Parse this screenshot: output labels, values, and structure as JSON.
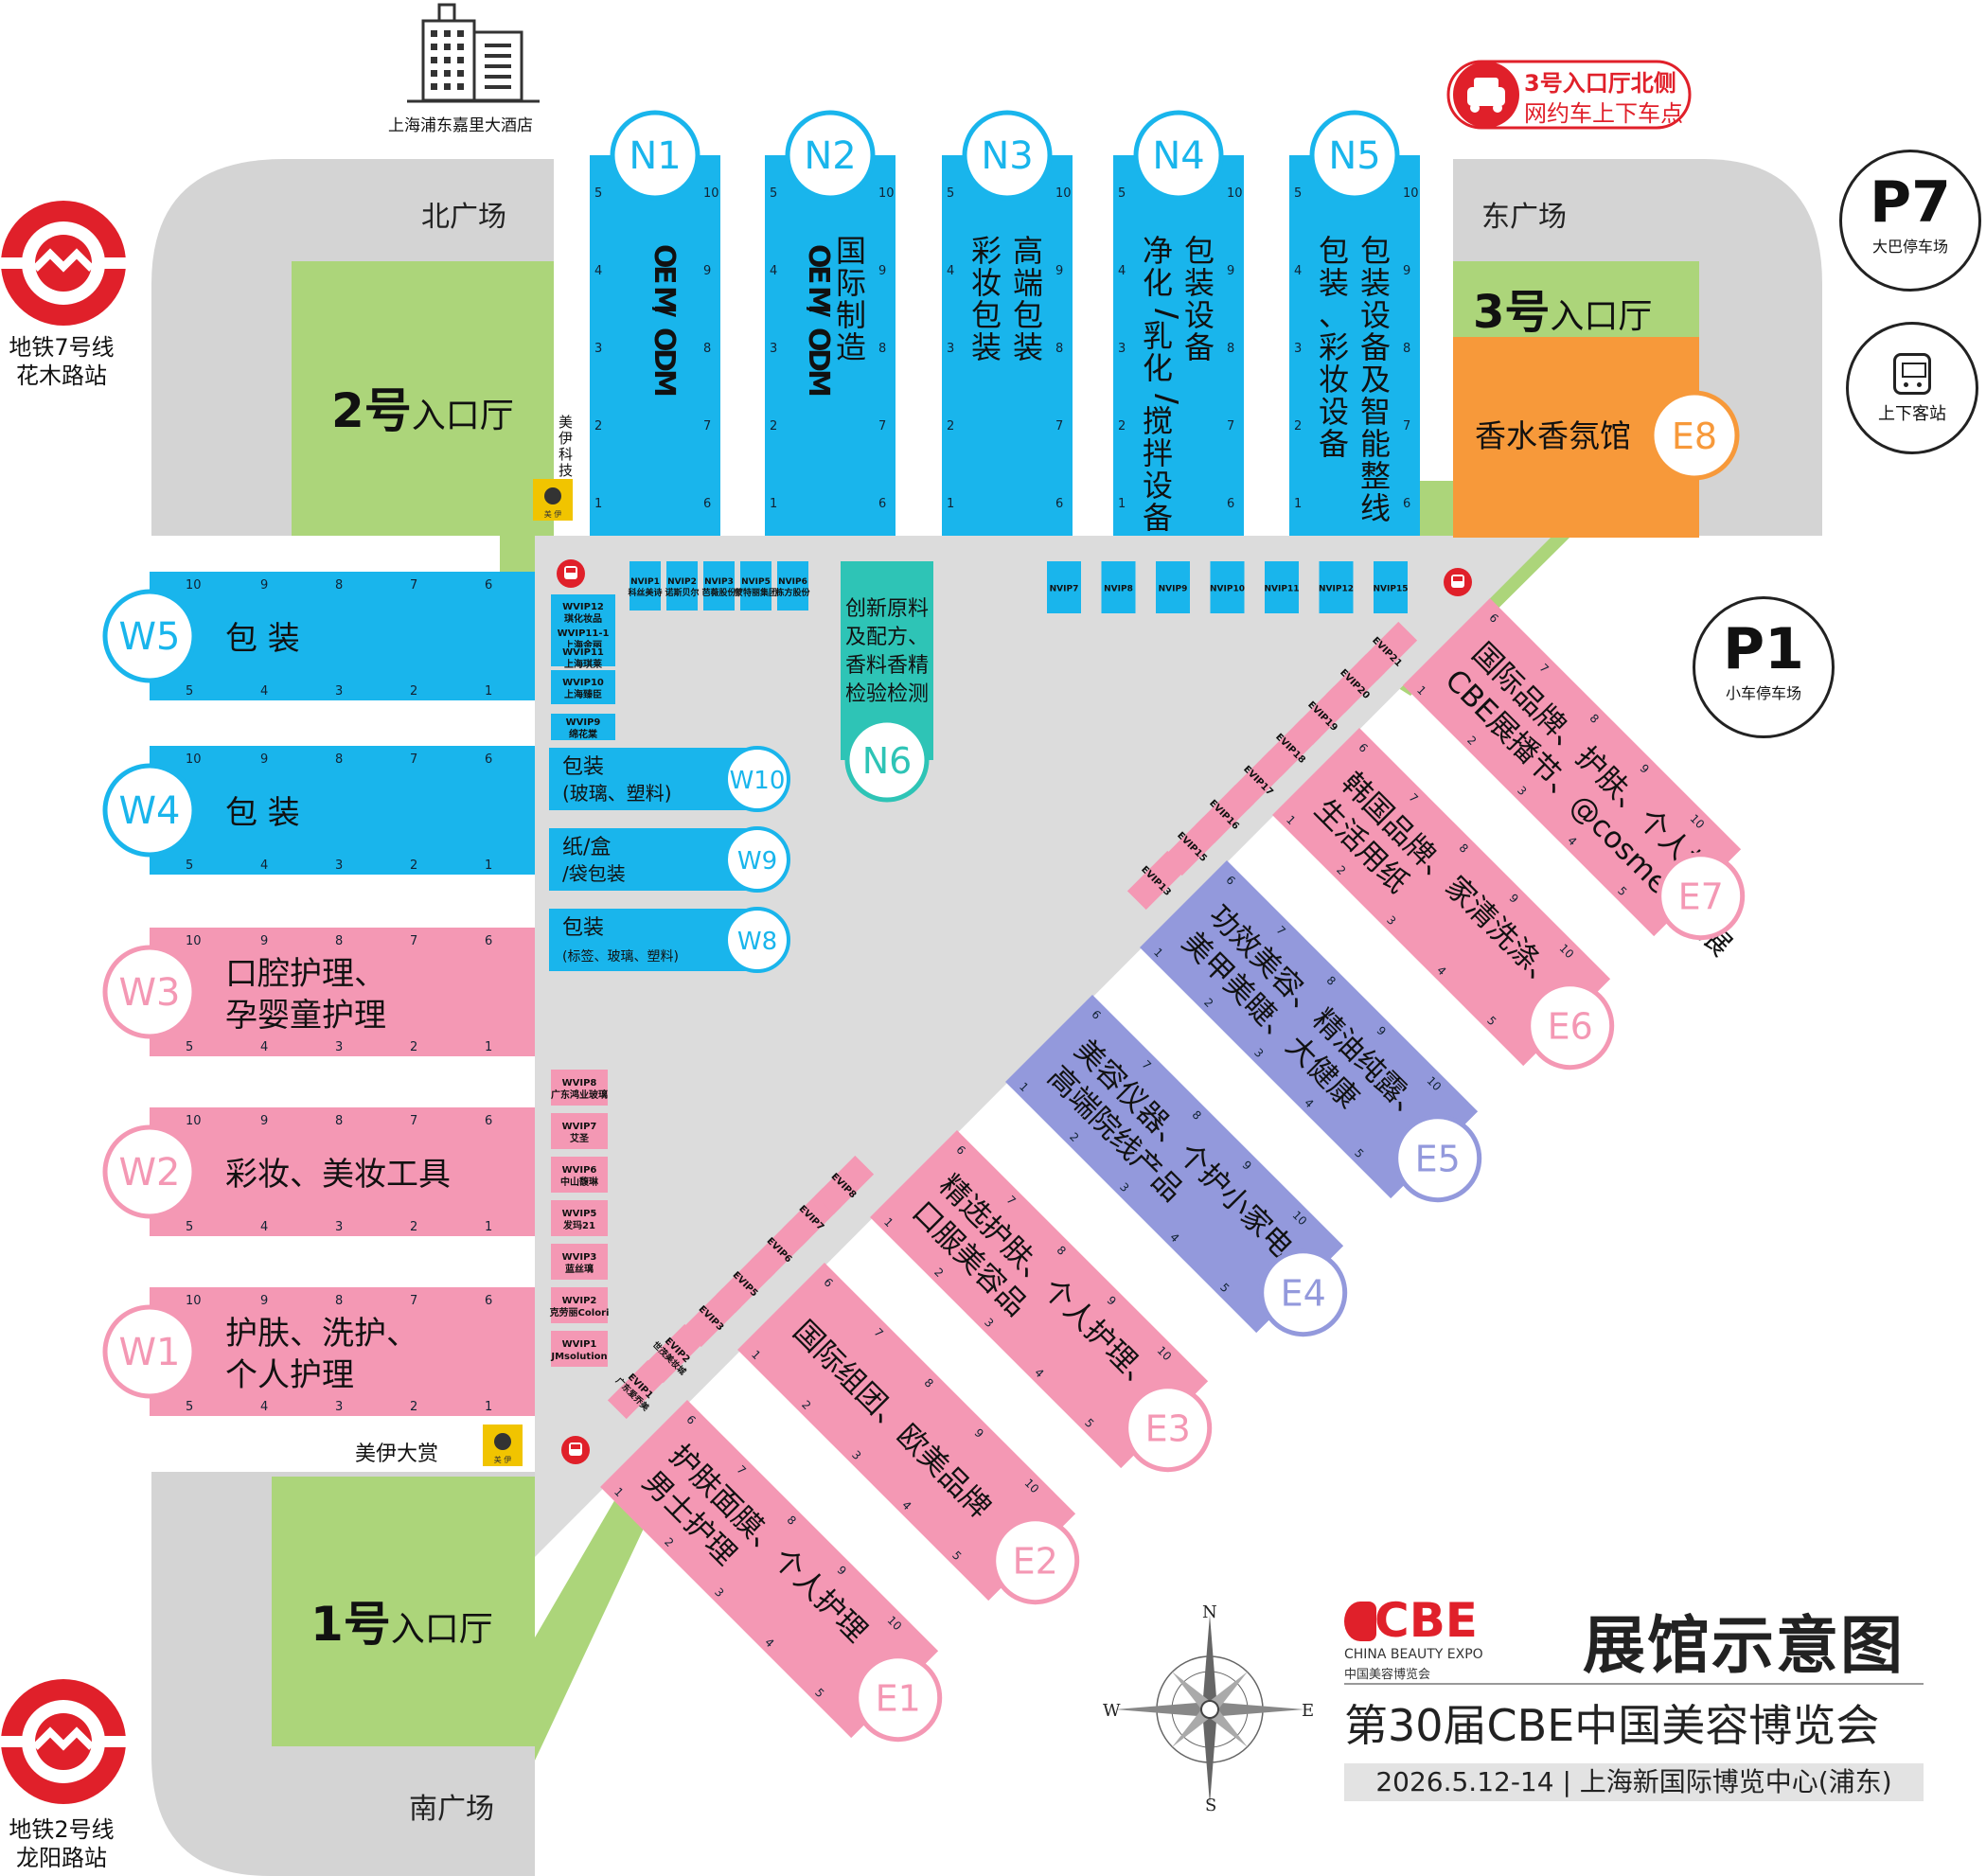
{
  "colors": {
    "plaza": "#d4d4d4",
    "entrance_green": "#acd57a",
    "blue": "#19b5ec",
    "pink": "#f498b4",
    "purple": "#9399dc",
    "orange": "#f7993a",
    "teal": "#2ec4b6",
    "red": "#e0202a",
    "vip_pink": "#f498b4",
    "yellow": "#f1c400",
    "dark": "#222222"
  },
  "landmarks": {
    "hotel": "上海浦东嘉里大酒店",
    "metro7_line1": "地铁7号线",
    "metro7_line2": "花木路站",
    "metro2_line1": "地铁2号线",
    "metro2_line2": "龙阳路站",
    "taxi_line1": "3号入口厅北侧",
    "taxi_line2": "网约车上下车点",
    "p7_code": "P7",
    "p7_label": "大巴停车场",
    "p1_code": "P1",
    "p1_label": "小车停车场",
    "bus_label": "上下客站"
  },
  "plazas": {
    "north": "北广场",
    "east": "东广场",
    "south": "南广场"
  },
  "entrances": {
    "e2_num": "2号",
    "e2_txt": "入口厅",
    "e3_num": "3号",
    "e3_txt": "入口厅",
    "e1_num": "1号",
    "e1_txt": "入口厅"
  },
  "sponsors": {
    "meiyi_tech": "美伊科技",
    "meiyi_award": "美伊大赏",
    "logo_text": "美 伊"
  },
  "north_halls": [
    {
      "id": "N1",
      "lines": [
        "OEM/ODM"
      ]
    },
    {
      "id": "N2",
      "lines": [
        "国际制造",
        "OEM/ODM"
      ]
    },
    {
      "id": "N3",
      "lines": [
        "高端包装",
        "彩妆包装"
      ]
    },
    {
      "id": "N4",
      "lines": [
        "包装设备",
        "净化/乳化/搅拌设备"
      ]
    },
    {
      "id": "N5",
      "lines": [
        "包装设备及智能整线",
        "包装、彩妆设备"
      ]
    }
  ],
  "west_halls": [
    {
      "id": "W5",
      "lines": [
        "包 装"
      ]
    },
    {
      "id": "W4",
      "lines": [
        "包 装"
      ]
    },
    {
      "id": "W3",
      "lines": [
        "口腔护理、",
        "孕婴童护理"
      ]
    },
    {
      "id": "W2",
      "lines": [
        "彩妆、美妆工具"
      ]
    },
    {
      "id": "W1",
      "lines": [
        "护肤、洗护、",
        "个人护理"
      ]
    }
  ],
  "small_halls": [
    {
      "id": "W10",
      "line1": "包装",
      "line2": "(玻璃、塑料)"
    },
    {
      "id": "W9",
      "line1": "纸/盒",
      "line2": "/袋包装"
    },
    {
      "id": "W8",
      "line1": "包装",
      "line2": "(标签、玻璃、塑料)"
    }
  ],
  "n6": {
    "id": "N6",
    "lines": [
      "创新原料",
      "及配方、",
      "香料香精",
      "检验检测"
    ]
  },
  "e8": {
    "id": "E8",
    "label": "香水香氛馆"
  },
  "east_halls": [
    {
      "id": "E1",
      "lines": [
        "护肤面膜、个人护理",
        "男士护理"
      ]
    },
    {
      "id": "E2",
      "lines": [
        "国际组团、欧美品牌"
      ]
    },
    {
      "id": "E3",
      "lines": [
        "精选护肤、个人护理、",
        "口服美容品"
      ]
    },
    {
      "id": "E4",
      "lines": [
        "美容仪器、个护小家电、",
        "高端院线产品"
      ]
    },
    {
      "id": "E5",
      "lines": [
        "功效美容、精油纯露、",
        "美甲美睫、大健康"
      ]
    },
    {
      "id": "E6",
      "lines": [
        "韩国品牌、家清洗涤、",
        "生活用纸"
      ]
    },
    {
      "id": "E7",
      "lines": [
        "国际品牌、护肤、个人护理、",
        "CBE展播节、@cosme体验展"
      ]
    }
  ],
  "nvip": [
    {
      "code": "NVIP1",
      "name": "科丝美诗"
    },
    {
      "code": "NVIP2",
      "name": "诺斯贝尔"
    },
    {
      "code": "NVIP3",
      "name": "芭薇股份"
    },
    {
      "code": "NVIP5",
      "name": "蒙特丽集团"
    },
    {
      "code": "NVIP6",
      "name": "栋方股份"
    }
  ],
  "nvip_right": [
    "NVIP7",
    "NVIP8",
    "NVIP9",
    "NVIP10",
    "NVIP11",
    "NVIP12",
    "NVIP15"
  ],
  "wvip_top": [
    {
      "code": "WVIP12",
      "name": "琪化妆品"
    },
    {
      "code": "WVIP11-1",
      "name": "上海金丽"
    },
    {
      "code": "WVIP11",
      "name": "上海琪莱"
    },
    {
      "code": "WVIP10",
      "name": "上海臻臣"
    },
    {
      "code": "WVIP9",
      "name": "绵花棠"
    }
  ],
  "wvip_bottom": [
    {
      "code": "WVIP8",
      "name": "广东鸿业玻璃"
    },
    {
      "code": "WVIP7",
      "name": "艾圣"
    },
    {
      "code": "WVIP6",
      "name": "中山馥琳"
    },
    {
      "code": "WVIP5",
      "name": "发玛21"
    },
    {
      "code": "WVIP3",
      "name": "蓝丝璃"
    },
    {
      "code": "WVIP2",
      "name": "克劳丽Colori"
    },
    {
      "code": "WVIP1",
      "name": "JMsolution"
    }
  ],
  "evip_lower": [
    {
      "code": "EVIP1",
      "name": "广东爱乔美"
    },
    {
      "code": "EVIP2",
      "name": "世茂美妆城"
    },
    {
      "code": "EVIP3",
      "name": ""
    },
    {
      "code": "EVIP5",
      "name": ""
    },
    {
      "code": "EVIP6",
      "name": ""
    },
    {
      "code": "EVIP7",
      "name": ""
    },
    {
      "code": "EVIP8",
      "name": ""
    }
  ],
  "evip_upper": [
    "EVIP13",
    "EVIP15",
    "EVIP16",
    "EVIP17",
    "EVIP18",
    "EVIP19",
    "EVIP20",
    "EVIP21"
  ],
  "compass": {
    "n": "N",
    "s": "S",
    "e": "E",
    "w": "W"
  },
  "title_block": {
    "brand": "CBE",
    "brand_en": "CHINA BEAUTY EXPO",
    "brand_cn": "中国美容博览会",
    "title": "展馆示意图",
    "subtitle": "第30届CBE中国美容博览会",
    "date_venue": "2026.5.12-14 | 上海新国际博览中心(浦东)"
  }
}
